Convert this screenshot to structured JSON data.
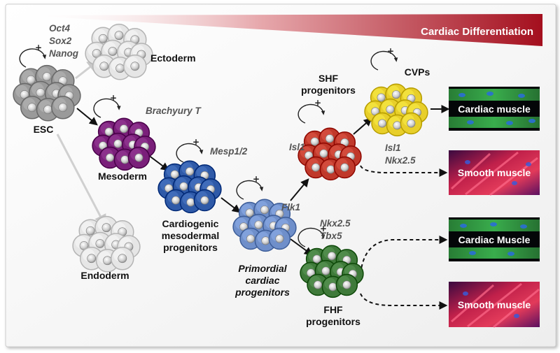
{
  "banner": {
    "label": "Cardiac Differentiation"
  },
  "pluripotency_genes": [
    "Oct4",
    "Sox2",
    "Nanog"
  ],
  "nodes": {
    "esc": "ESC",
    "ectoderm": "Ectoderm",
    "endoderm": "Endoderm",
    "mesoderm": "Mesoderm",
    "cardiogenic": [
      "Cardiogenic",
      "mesodermal",
      "progenitors"
    ],
    "primordial": [
      "Primordial",
      "cardiac",
      "progenitors"
    ],
    "shf": [
      "SHF",
      "progenitors"
    ],
    "fhf": [
      "FHF",
      "progenitors"
    ],
    "cvps": "CVPs"
  },
  "markers": {
    "brachyury": "Brachyury T",
    "mesp": "Mesp1/2",
    "flk1": "Flk1",
    "isl1": "Isl1",
    "isl1_nkx": [
      "Isl1",
      "Nkx2.5"
    ],
    "nkx_tbx": [
      "Nkx2.5",
      "Tbx5"
    ]
  },
  "panels": {
    "cardiac_muscle_top": "Cardiac muscle",
    "smooth_muscle_top": "Smooth muscle",
    "cardiac_muscle_bottom": "Cardiac Muscle",
    "smooth_muscle_bottom": "Smooth muscle"
  },
  "self_renewal_symbol": "+",
  "colors": {
    "esc": "#9a9a9a",
    "ectoderm": "#e6e6e6",
    "endoderm": "#e6e6e6",
    "mesoderm": "#7a1f7a",
    "cardiogenic": "#2f5aa8",
    "primordial": "#6f8fca",
    "shf": "#c0392b",
    "fhf": "#3f7a3a",
    "cvps": "#e8cf2a",
    "banner": "#a40f1e"
  }
}
